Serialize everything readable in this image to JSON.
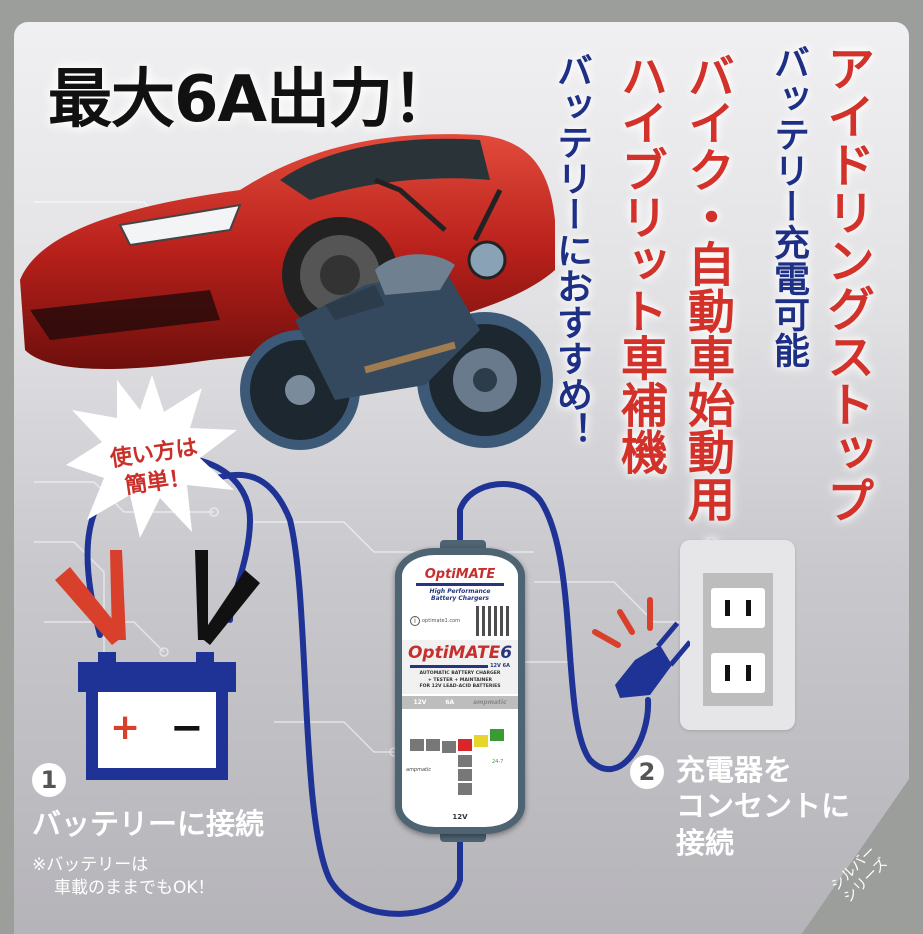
{
  "headline": "最大6A出力！",
  "columns": [
    {
      "text": "アイドリングストップ",
      "color": "#d2322a"
    },
    {
      "text": "バッテリー充電可能",
      "color": "#1e2f86"
    },
    {
      "text": "バイク・自動車始動用・",
      "color": "#d2322a"
    },
    {
      "text": "ハイブリット車補機",
      "color": "#d2322a"
    },
    {
      "text": "バッテリーにおすすめ！",
      "color": "#1e2f86"
    }
  ],
  "burst": {
    "line1": "使い方は",
    "line2": "簡単！"
  },
  "battery": {
    "plus": "+",
    "minus": "−"
  },
  "step1": {
    "number": "1",
    "title": "バッテリーに接続",
    "note_line1": "※バッテリーは",
    "note_line2": "車載のままでもOK！"
  },
  "step2": {
    "number": "2",
    "title_line1": "充電器を",
    "title_line2": "コンセントに",
    "title_line3": "接続"
  },
  "charger": {
    "brand": "OptiMATE",
    "tagline_1": "High Performance",
    "tagline_2": "Battery Chargers",
    "website": "optimate1.com",
    "model_name": "OptiMATE",
    "model_number": "6",
    "model_rating": "12V 6A",
    "desc_1": "AUTOMATIC BATTERY CHARGER",
    "desc_2": "+ TESTER + MAINTAINER",
    "desc_3": "FOR 12V LEAD-ACID BATTERIES",
    "rating_voltage": "12V",
    "rating_current": "6A",
    "ampmatic": "ampmatic",
    "maintenance": "24-7",
    "bottom_voltage": "12V"
  },
  "corner_badge": {
    "line1": "シルバー",
    "line2": "シリーズ"
  },
  "colors": {
    "red": "#d2322a",
    "navy": "#1e2f86",
    "cable": "#1f3296",
    "frame": "#9c9e9b"
  }
}
